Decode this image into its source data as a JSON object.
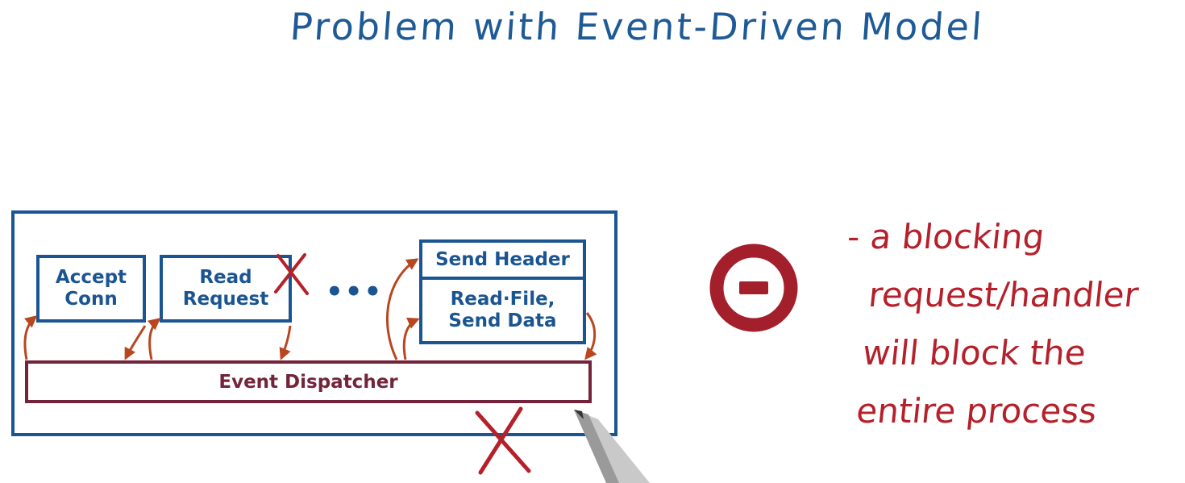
{
  "title": "Problem with Event-Driven Model",
  "diagram": {
    "handlers": {
      "accept_conn": [
        "Accept",
        "Conn"
      ],
      "read_request": [
        "Read",
        "Request"
      ],
      "ellipsis": "•••",
      "send_header": "Send Header",
      "read_file_send_data": [
        "Read·File,",
        "Send Data"
      ]
    },
    "dispatcher_label": "Event Dispatcher"
  },
  "annotation": {
    "lines": [
      "- a blocking",
      "request/handler",
      "will block the",
      "entire process"
    ]
  },
  "colors": {
    "blue": "#1b5591",
    "maroon": "#73243b",
    "red_ink": "#b5202a",
    "arrow": "#b8471f"
  },
  "icons": {
    "minus_sign": "minus-circle-icon",
    "blocked_mark": "x-mark-icon",
    "pen": "pen-tip-icon"
  }
}
